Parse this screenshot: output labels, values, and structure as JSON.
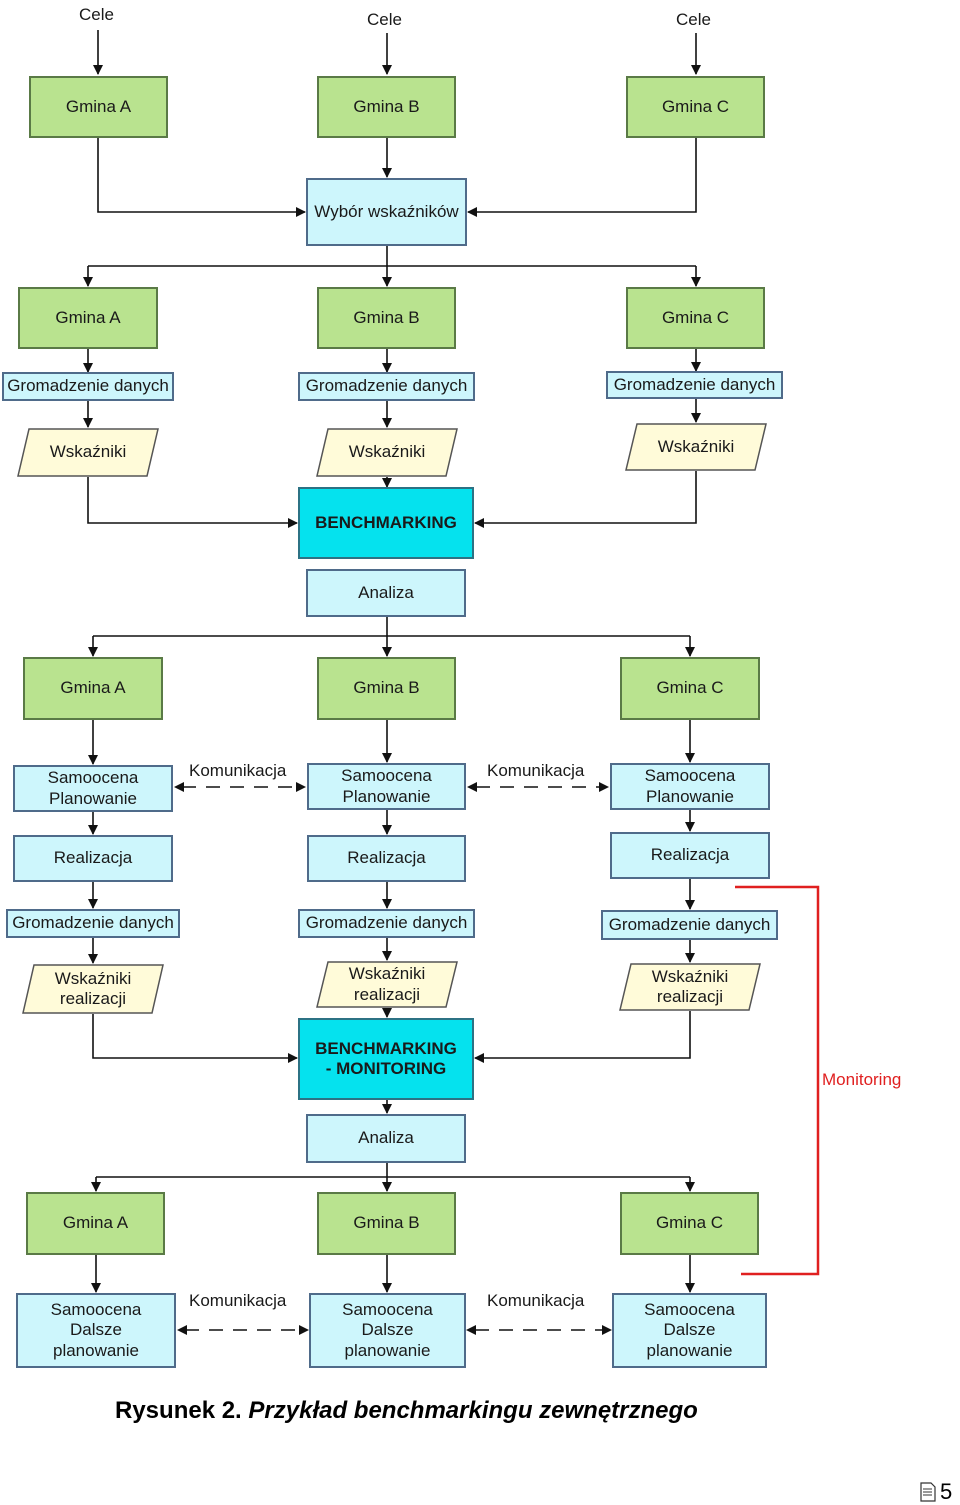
{
  "labels": {
    "cele": "Cele",
    "gmina_a": "Gmina A",
    "gmina_b": "Gmina B",
    "gmina_c": "Gmina C",
    "wybor": "Wybór wskaźników",
    "gromadzenie": "Gromadzenie danych",
    "wskazniki": "Wskaźniki",
    "benchmarking": "BENCHMARKING",
    "benchmarking_monitoring_1": "BENCHMARKING",
    "benchmarking_monitoring_2": "- MONITORING",
    "analiza": "Analiza",
    "samoocena": "Samoocena",
    "planowanie": "Planowanie",
    "komunikacja": "Komunikacja",
    "realizacja": "Realizacja",
    "wskazniki_realizacji_1": "Wskaźniki",
    "wskazniki_realizacji_2": "realizacji",
    "dalsze": "Dalsze",
    "dalsze_planowanie": "planowanie",
    "monitoring": "Monitoring"
  },
  "caption": {
    "prefix": "Rysunek 2.",
    "title": "Przykład benchmarkingu zewnętrznego"
  },
  "page_number": "5",
  "colors": {
    "gmina_fill": "#b9e38f",
    "process_fill": "#cdf6fc",
    "benchmark_fill": "#05e2ee",
    "indicator_fill": "#fffbd9",
    "monitoring_line": "#e02020"
  }
}
